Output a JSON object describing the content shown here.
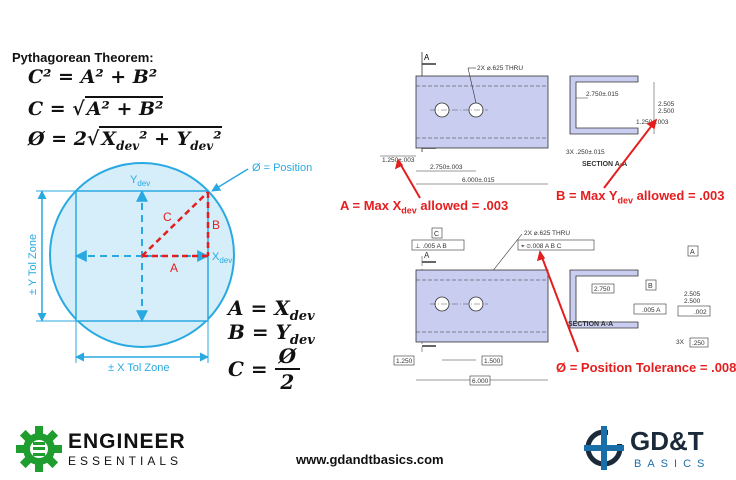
{
  "left_panel": {
    "title": "Pythagorean Theorem:",
    "formula1": "C² = A² + B²",
    "formula2_lhs": "C = ",
    "formula2_rhs": "A² + B²",
    "formula3_lhs": "Ø = 2",
    "formula3_rhs": "X",
    "formula3_sub1": "dev",
    "formula3_mid": "² + Y",
    "formula3_sub2": "dev",
    "formula3_end": "²",
    "position_label": "Ø = Position",
    "ydev_label": "Y",
    "ydev_sub": "dev",
    "xdev_label": "X",
    "xdev_sub": "dev",
    "label_c": "C",
    "label_b": "B",
    "label_a": "A",
    "y_zone_label": "± Y Tol Zone",
    "x_zone_label": "± X Tol Zone",
    "eq_a": "A = X",
    "eq_a_sub": "dev",
    "eq_b": "B = Y",
    "eq_b_sub": "dev",
    "eq_c_lhs": "C = ",
    "eq_c_num": "Ø",
    "eq_c_den": "2"
  },
  "top_drawing": {
    "callout_holes": "2X ⌀.625 THRU",
    "dim_1250": "1.250±.003",
    "dim_2750": "2.750±.003",
    "dim_6000": "6.000±.015",
    "sec_dim_2750": "2.750±.015",
    "sec_dim_1250": "1.250±.003",
    "sec_dim_2505": "2.505",
    "sec_dim_2500": "2.500",
    "sec_note": "3X .250±.015",
    "section_label": "SECTION A-A",
    "cut_a": "A"
  },
  "bottom_drawing": {
    "callout_holes": "2X ⌀.625 THRU",
    "fcf_pos": "⌖ ⌀.008 A B C",
    "fcf_perp": "⊥ .005 A B",
    "datum_c": "C",
    "datum_a": "A",
    "datum_b": "B",
    "dim_1250": "1.250",
    "dim_1500": "1.500",
    "dim_6000": "6.000",
    "sec_dim_2750": "2.750",
    "sec_dim_2505": "2.505",
    "sec_dim_2500": "2.500",
    "sec_fcf_perp": ".005 A",
    "sec_fcf_flat": ".002",
    "sec_note": "3X",
    "sec_note_box": ".250",
    "section_label": "SECTION A-A",
    "cut_a": "A"
  },
  "annotations": {
    "max_x_prefix": "A = Max X",
    "max_x_sub": "dev",
    "max_x_suffix": " allowed = .003",
    "max_y_prefix": "B = Max Y",
    "max_y_sub": "dev",
    "max_y_suffix": " allowed = .003",
    "position_tol": "Ø = Position Tolerance = .008"
  },
  "footer": {
    "brand_left_line1": "ENGINEER",
    "brand_left_line2": "ESSENTIALS",
    "url": "www.gdandtbasics.com",
    "brand_right_line1": "GD&T",
    "brand_right_line2": "BASICS"
  },
  "colors": {
    "cyan": "#29a9e1",
    "zone_fill": "#d6eef9",
    "red": "#e41e1e",
    "part_fill": "#c9cdf0",
    "green": "#1f9d2e",
    "gdt_blue": "#1b6fa8"
  }
}
